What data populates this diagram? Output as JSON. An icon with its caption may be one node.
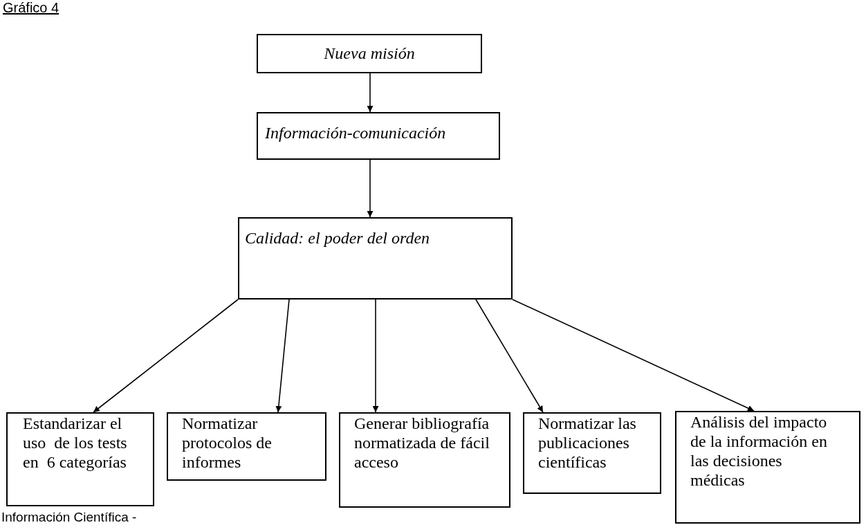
{
  "diagram": {
    "title": "Gráfico 4",
    "nodes": [
      {
        "text": [
          "Nueva misión"
        ]
      },
      {
        "text": [
          "Información-comunicación"
        ]
      },
      {
        "text": [
          "Calidad: el poder del orden"
        ]
      },
      {
        "text": [
          "Estandarizar el uso  de los tests en  6 categorías"
        ]
      },
      {
        "text": [
          "Normatizar protocolos de informes"
        ]
      },
      {
        "text": [
          "Generar bibliografía normatizada de fácil acceso"
        ]
      },
      {
        "text": [
          "Normatizar las publicaciones científicas"
        ]
      },
      {
        "text": [
          "Análisis del impacto de la información en las decisiones médicas"
        ]
      }
    ],
    "edges": [
      {
        "from": 0,
        "to": 1,
        "arrow": "to"
      },
      {
        "from": 1,
        "to": 2,
        "arrow": "to"
      },
      {
        "from": 2,
        "to": 3,
        "arrow": "to"
      },
      {
        "from": 2,
        "to": 4,
        "arrow": "to"
      },
      {
        "from": 2,
        "to": 5,
        "arrow": "to"
      },
      {
        "from": 2,
        "to": 6,
        "arrow": "to"
      },
      {
        "from": 2,
        "to": 7,
        "arrow": "to"
      }
    ],
    "labels": [
      "Información Científica -"
    ]
  }
}
